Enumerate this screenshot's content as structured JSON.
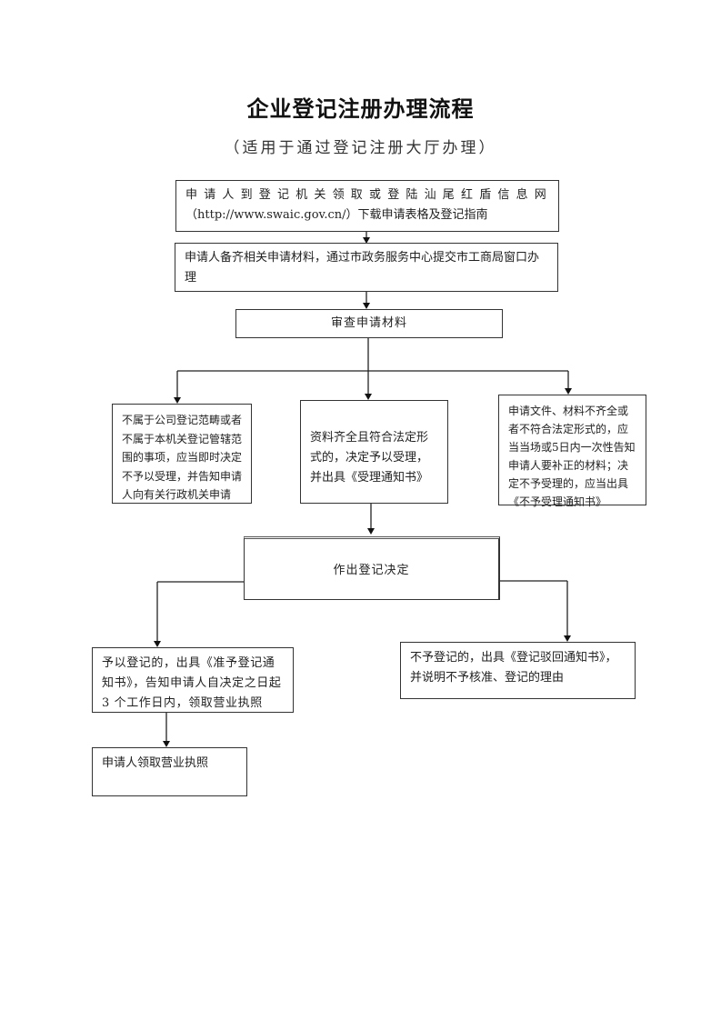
{
  "header": {
    "title": "企业登记注册办理流程",
    "subtitle": "（适用于通过登记注册大厅办理）"
  },
  "steps": {
    "obtain_forms": {
      "line1": "申请人到登记机关领取或登陆汕尾红盾信息网",
      "line2": "（http://www.swaic.gov.cn/）下载申请表格及登记指南"
    },
    "submit_materials": "申请人备齐相关申请材料，通过市政务服务中心提交市工商局窗口办理",
    "review_materials": "审查申请材料",
    "reject_out_of_scope": "不属于公司登记范畴或者不属于本机关登记管辖范围的事项，应当即时决定不予以受理，并告知申请人向有关行政机关申请",
    "accept": "资料齐全且符合法定形式的，决定予以受理，并出具《受理通知书》",
    "incomplete": "申请文件、材料不齐全或者不符合法定形式的，应当当场或5日内一次性告知申请人要补正的材料；决定不予受理的，应当出具《不予受理通知书》",
    "make_decision": "作出登记决定",
    "approve": "予以登记的，出具《准予登记通知书》，告知申请人自决定之日起3 个工作日内，领取营业执照",
    "deny": "不予登记的，出具《登记驳回通知书》，并说明不予核准、登记的理由",
    "collect_license": "申请人领取营业执照"
  }
}
